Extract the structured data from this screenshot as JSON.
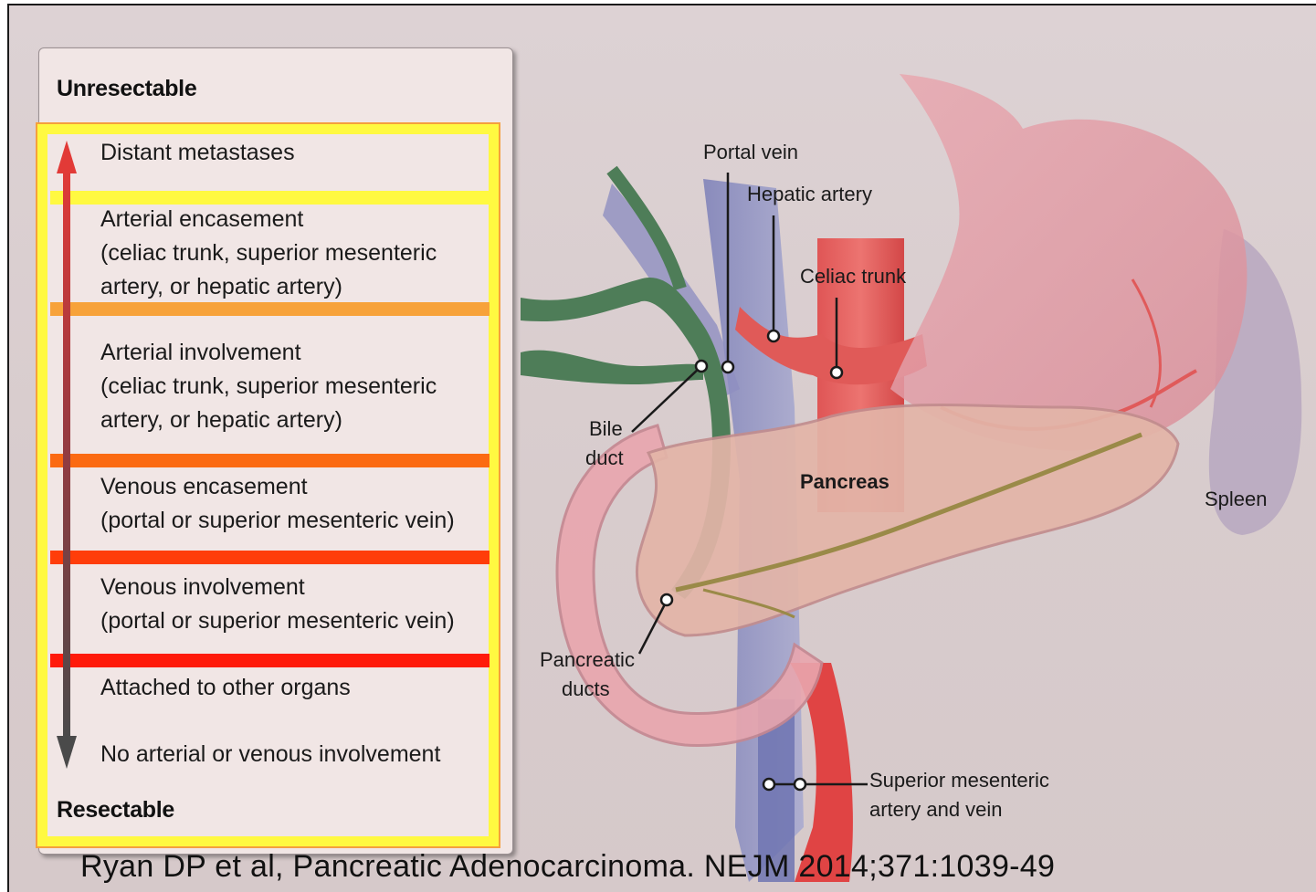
{
  "figure": {
    "scale_top": "Unresectable",
    "scale_bottom": "Resectable",
    "stages": [
      {
        "lines": [
          "Distant metastases"
        ]
      },
      {
        "lines": [
          "Arterial encasement",
          "(celiac trunk, superior mesenteric",
          "artery, or hepatic artery)"
        ]
      },
      {
        "lines": [
          "Arterial involvement",
          "(celiac trunk, superior mesenteric",
          "artery, or hepatic artery)"
        ]
      },
      {
        "lines": [
          "Venous encasement",
          "(portal or superior mesenteric vein)"
        ]
      },
      {
        "lines": [
          "Venous involvement",
          "(portal or superior mesenteric vein)"
        ]
      },
      {
        "lines": [
          "Attached to other organs"
        ]
      },
      {
        "lines": [
          "No arterial or venous involvement"
        ]
      }
    ],
    "divider_colors": [
      "#fff941",
      "#f7a23a",
      "#fb6a12",
      "#ff3d0a",
      "#ff1a0a"
    ],
    "arrow_gradient": [
      "#e23a37",
      "#4a4a4a"
    ]
  },
  "anatomy_labels": {
    "portal_vein": "Portal vein",
    "hepatic_artery": "Hepatic artery",
    "celiac_trunk": "Celiac trunk",
    "bile_duct_1": "Bile",
    "bile_duct_2": "duct",
    "pancreas": "Pancreas",
    "spleen": "Spleen",
    "pancreatic_ducts_1": "Pancreatic",
    "pancreatic_ducts_2": "ducts",
    "sma_1": "Superior mesenteric",
    "sma_2": "artery and vein"
  },
  "citation": "Ryan DP et al, Pancreatic Adenocarcinoma. NEJM 2014;371:1039-49"
}
